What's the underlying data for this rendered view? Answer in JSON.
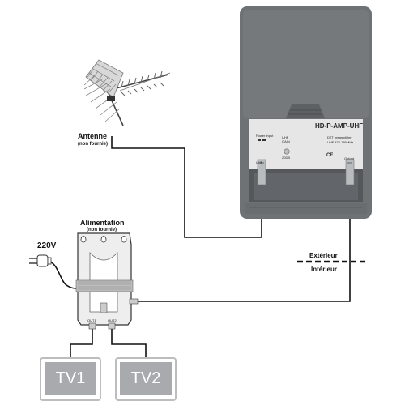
{
  "labels": {
    "antenna": "Antenne",
    "antenna_note": "(non fournie)",
    "power_supply": "Alimentation",
    "power_supply_note": "(non fournie)",
    "voltage": "220V",
    "exterior": "Extérieur",
    "interior": "Intérieur"
  },
  "amplifier": {
    "model": "HD-P-AMP-UHF",
    "description_line1": "DTT preamplifier",
    "description_line2": "UHF 470-790MHz",
    "gain_label": "UHF",
    "gain_label2": "GAIN",
    "gain_value": "20DB",
    "power_label": "Power Input",
    "input_label": "UHF",
    "output_label": "Output",
    "ce_mark": "CE"
  },
  "power_unit": {
    "out1": "OUT1",
    "out2": "OUT2"
  },
  "tvs": [
    {
      "label": "TV1"
    },
    {
      "label": "TV2"
    }
  ],
  "colors": {
    "housing": "#6f7275",
    "housing_dark": "#55585b",
    "panel": "#e6e6e6",
    "tv_screen": "#a9aaad",
    "cable": "#111111"
  }
}
